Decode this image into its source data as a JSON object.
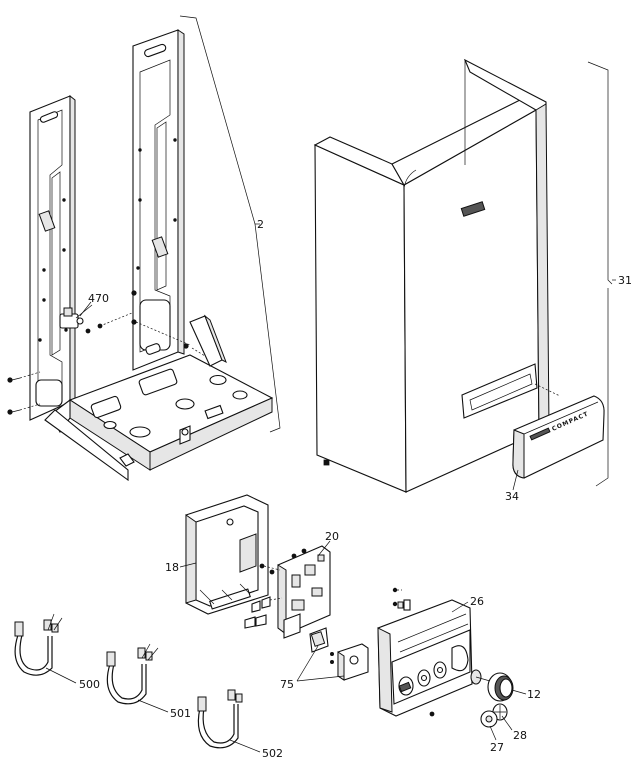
{
  "callouts": [
    {
      "id": "cl-2",
      "text": "2"
    },
    {
      "id": "cl-470",
      "text": "470"
    },
    {
      "id": "cl-31",
      "text": "31"
    },
    {
      "id": "cl-34",
      "text": "34"
    },
    {
      "id": "cl-20",
      "text": "20"
    },
    {
      "id": "cl-18",
      "text": "18"
    },
    {
      "id": "cl-26",
      "text": "26"
    },
    {
      "id": "cl-75",
      "text": "75"
    },
    {
      "id": "cl-12",
      "text": "12"
    },
    {
      "id": "cl-28",
      "text": "28"
    },
    {
      "id": "cl-27",
      "text": "27"
    },
    {
      "id": "cl-500",
      "text": "500"
    },
    {
      "id": "cl-501",
      "text": "501"
    },
    {
      "id": "cl-502",
      "text": "502"
    }
  ],
  "brand_text": "COMPACT"
}
